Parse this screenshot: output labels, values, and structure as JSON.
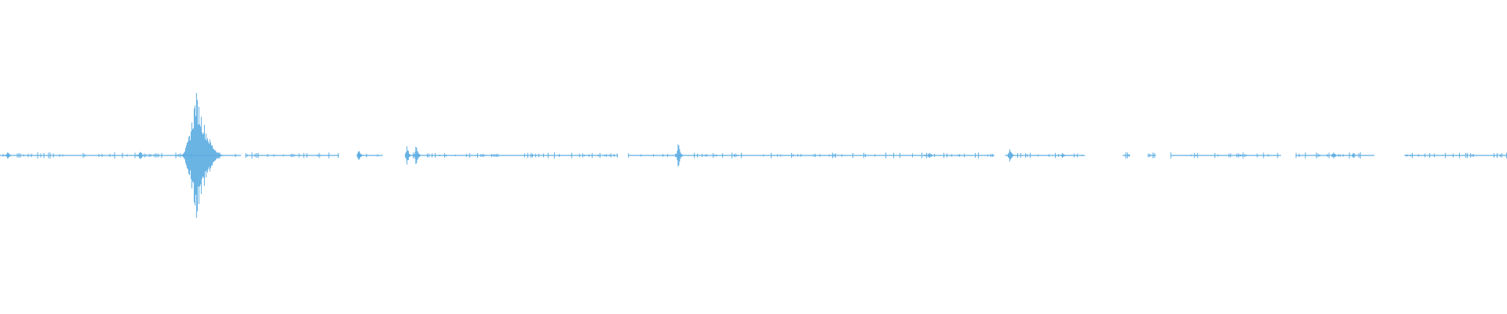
{
  "waveform": {
    "color": "#5DADE2",
    "background": "#ffffff",
    "peaks": [
      {
        "t": 0.005,
        "amp": 0.06
      },
      {
        "t": 0.075,
        "amp": 0.02
      },
      {
        "t": 0.093,
        "amp": 0.08
      },
      {
        "t": 0.13,
        "amp": 0.92
      },
      {
        "t": 0.238,
        "amp": 0.1
      },
      {
        "t": 0.27,
        "amp": 0.13
      },
      {
        "t": 0.276,
        "amp": 0.18
      },
      {
        "t": 0.353,
        "amp": 0.02
      },
      {
        "t": 0.45,
        "amp": 0.18
      },
      {
        "t": 0.487,
        "amp": 0.02
      },
      {
        "t": 0.617,
        "amp": 0.04
      },
      {
        "t": 0.67,
        "amp": 0.12
      },
      {
        "t": 0.705,
        "amp": 0.04
      },
      {
        "t": 0.823,
        "amp": 0.02
      },
      {
        "t": 0.885,
        "amp": 0.05
      },
      {
        "t": 0.898,
        "amp": 0.04
      }
    ],
    "segments": [
      [
        0.0,
        0.16
      ],
      [
        0.163,
        0.225
      ],
      [
        0.237,
        0.254
      ],
      [
        0.27,
        0.41
      ],
      [
        0.417,
        0.66
      ],
      [
        0.667,
        0.72
      ],
      [
        0.745,
        0.75
      ],
      [
        0.762,
        0.767
      ],
      [
        0.777,
        0.85
      ],
      [
        0.86,
        0.912
      ],
      [
        0.932,
        1.0
      ]
    ]
  }
}
